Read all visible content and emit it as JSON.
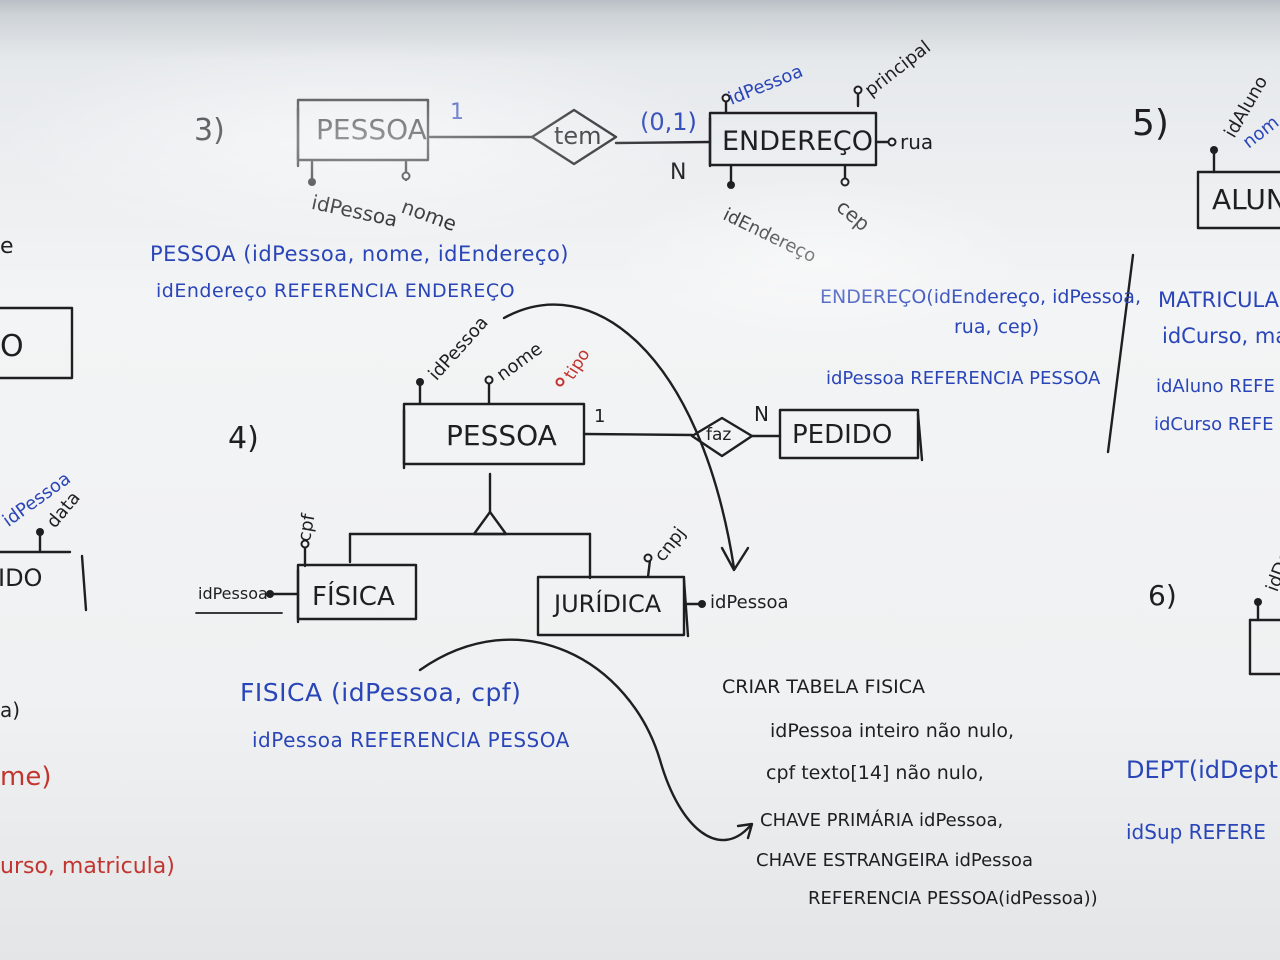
{
  "board": {
    "labels": {
      "n3": "3)",
      "n4": "4)",
      "n5": "5)",
      "n6": "6)",
      "e3_pessoa": "PESSOA",
      "e3_tem": "tem",
      "e3_endereco": "ENDEREÇO",
      "e3_card_1": "1",
      "e3_card_01": "(0,1)",
      "e3_card_n": "N",
      "e3_attr_idpessoa": "idPessoa",
      "e3_attr_nome": "nome",
      "e3_attr_idpessoa2": "idPessoa",
      "e3_attr_principal": "principal",
      "e3_attr_rua": "rua",
      "e3_attr_idendereco": "idEndereço",
      "e3_attr_cep": "cep",
      "e3_rel_pessoa": "PESSOA (idPessoa, nome, idEndereço)",
      "e3_ref_pessoa": "idEndereço REFERENCIA ENDEREÇO",
      "e3_rel_end_a": "ENDEREÇO(idEndereço, idPessoa,",
      "e3_rel_end_b": "rua, cep)",
      "e3_ref_end": "idPessoa REFERENCIA PESSOA",
      "e4_pessoa": "PESSOA",
      "e4_faz": "faz",
      "e4_pedido": "PEDIDO",
      "e4_card_1": "1",
      "e4_card_n": "N",
      "e4_attr_idpessoa": "idPessoa",
      "e4_attr_nome": "nome",
      "e4_attr_tipo": "tipo",
      "e4_fisica": "FÍSICA",
      "e4_juridica": "JURÍDICA",
      "e4_attr_cpf": "cpf",
      "e4_attr_cnpj": "cnpj",
      "e4_attr_idpessoa_f": "idPessoa",
      "e4_attr_idpessoa_j": "idPessoa",
      "e4_rel_fisica": "FISICA (idPessoa, cpf)",
      "e4_ref_fisica": "idPessoa REFERENCIA PESSOA",
      "sql_1": "CRIAR TABELA FISICA",
      "sql_2": "idPessoa inteiro não nulo,",
      "sql_3": "cpf texto[14] não nulo,",
      "sql_4": "CHAVE PRIMÁRIA idPessoa,",
      "sql_5": "CHAVE ESTRANGEIRA idPessoa",
      "sql_6": "REFERENCIA PESSOA(idPessoa))",
      "e5_aluno": "ALUN",
      "e5_attr_idaluno": "idAluno",
      "e5_attr_nome": "nom",
      "e5_rel_a": "MATRICULA",
      "e5_rel_b": "idCurso, ma",
      "e5_ref_a": "idAluno REFE",
      "e5_ref_b": "idCurso REFE",
      "e6_attr": "idDept",
      "e6_rel": "DEPT(idDept",
      "e6_ref": "idSup REFERE",
      "left_box": "O",
      "left_pedido": "IDO",
      "left_attr_idpessoa": "idPessoa",
      "left_attr_data": "data",
      "left_frag_a": "a)",
      "left_frag_b": "me)",
      "left_frag_c": "urso, matricula)",
      "left_frag_d": "e"
    }
  }
}
